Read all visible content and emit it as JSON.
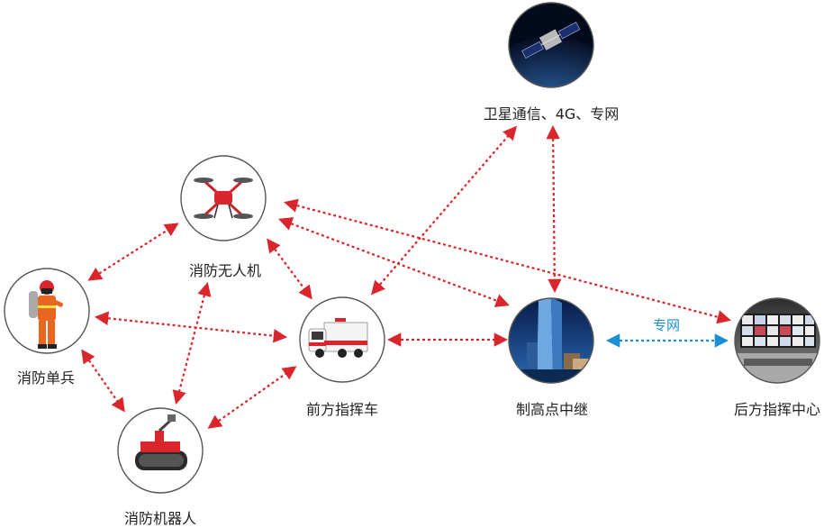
{
  "nodes": {
    "satellite": {
      "label": "卫星通信、4G、专网",
      "icon": "satellite-icon"
    },
    "drone": {
      "label": "消防无人机",
      "icon": "drone-icon"
    },
    "soldier": {
      "label": "消防单兵",
      "icon": "firefighter-icon"
    },
    "command_vehicle": {
      "label": "前方指挥车",
      "icon": "fire-truck-icon"
    },
    "relay": {
      "label": "制高点中继",
      "icon": "tower-building-icon"
    },
    "rear_center": {
      "label": "后方指挥中心",
      "icon": "video-wall-icon"
    },
    "robot": {
      "label": "消防机器人",
      "icon": "tracked-robot-icon"
    }
  },
  "links": {
    "private_network_label": "专网"
  },
  "colors": {
    "arrow_red": "#d9262c",
    "arrow_blue": "#1a8fd1",
    "circle_border": "#555555"
  }
}
